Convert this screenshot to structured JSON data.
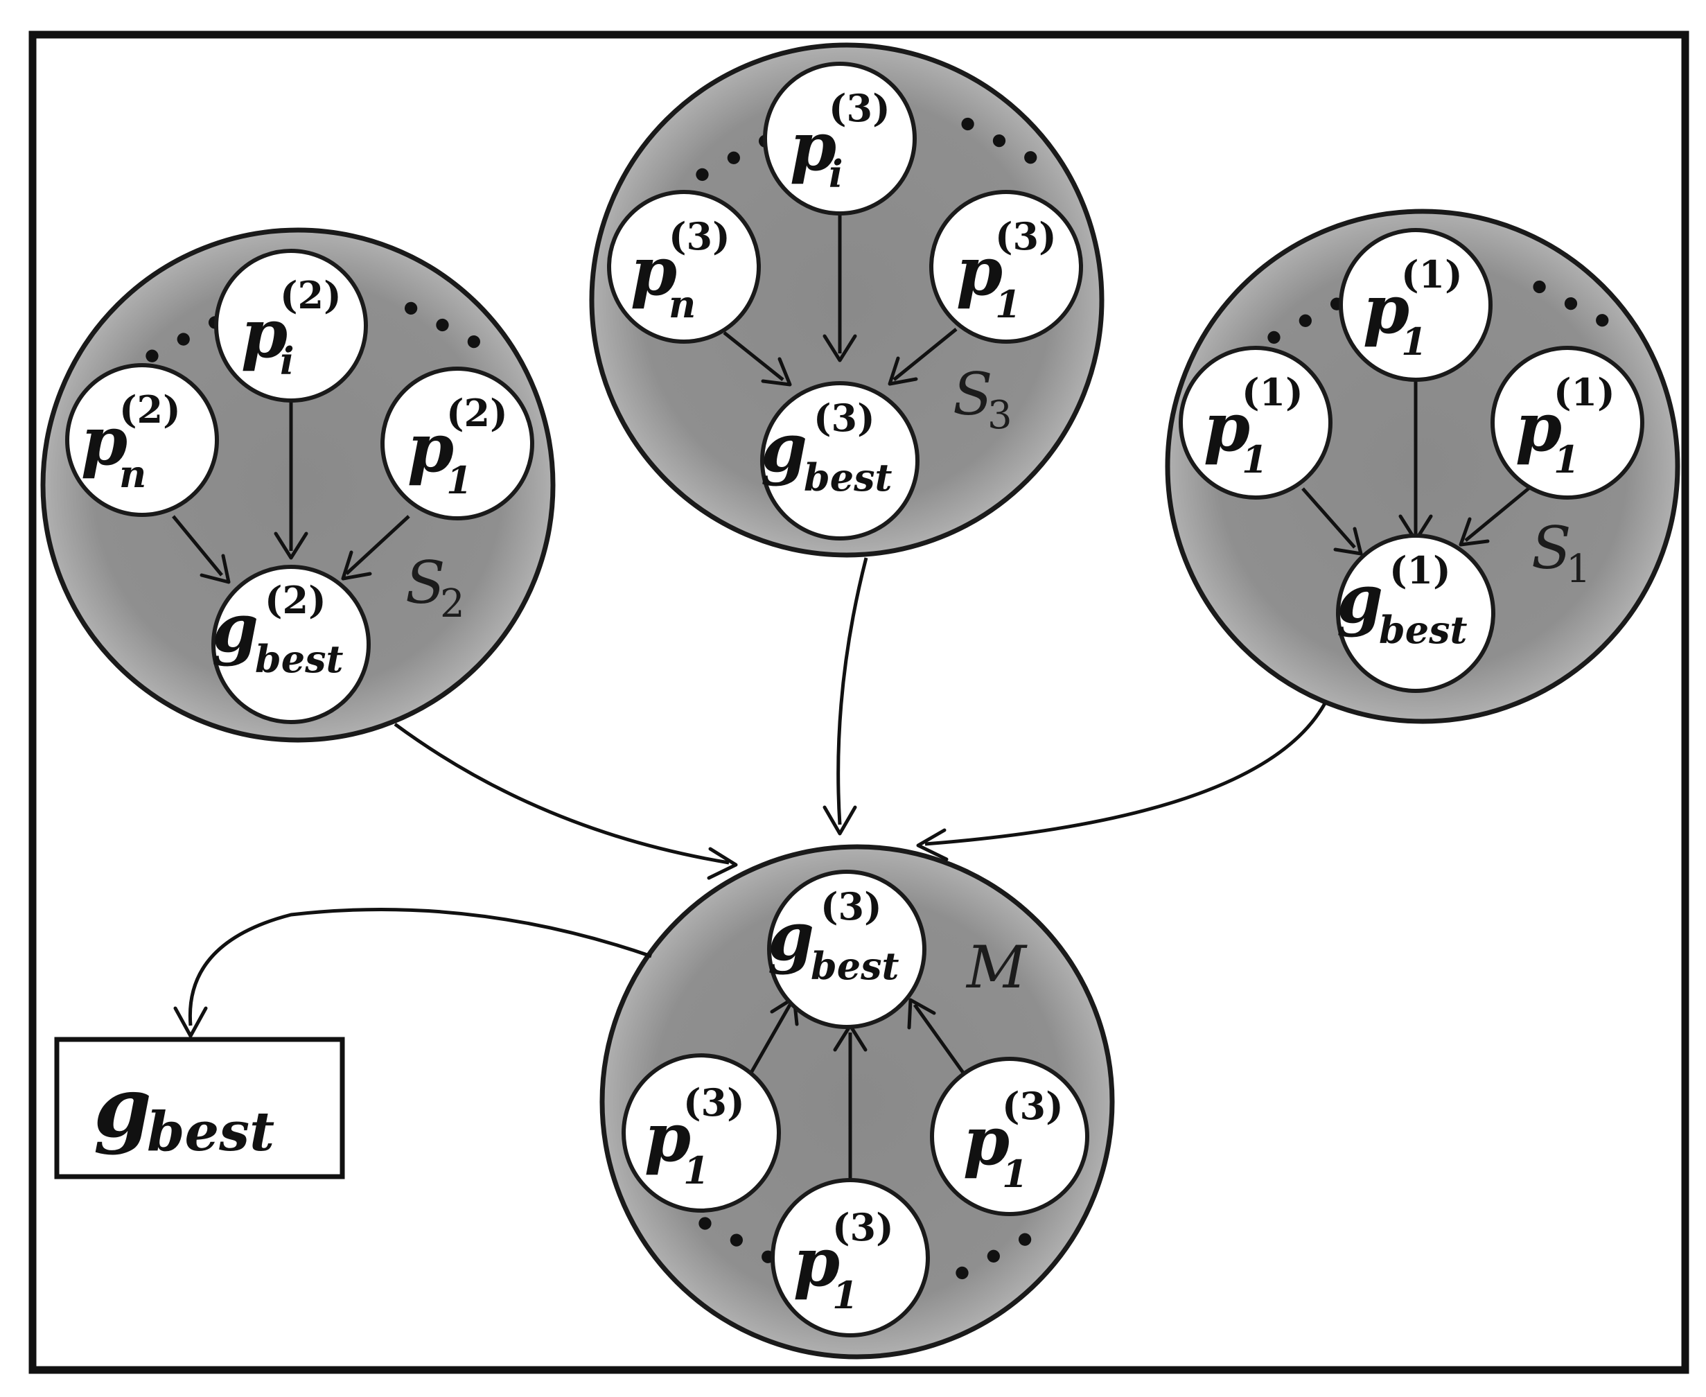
{
  "swarms": [
    {
      "id": "S2",
      "label": "S",
      "label_sub": "2",
      "top": {
        "sym": "p",
        "sub": "i",
        "sup": "(2)"
      },
      "left": {
        "sym": "p",
        "sub": "n",
        "sup": "(2)"
      },
      "right": {
        "sym": "p",
        "sub": "1",
        "sup": "(2)"
      },
      "best": {
        "sym": "g",
        "sub": "best",
        "sup": "(2)"
      }
    },
    {
      "id": "S3",
      "label": "S",
      "label_sub": "3",
      "top": {
        "sym": "p",
        "sub": "i",
        "sup": "(3)"
      },
      "left": {
        "sym": "p",
        "sub": "n",
        "sup": "(3)"
      },
      "right": {
        "sym": "p",
        "sub": "1",
        "sup": "(3)"
      },
      "best": {
        "sym": "g",
        "sub": "best",
        "sup": "(3)"
      }
    },
    {
      "id": "S1",
      "label": "S",
      "label_sub": "1",
      "top": {
        "sym": "p",
        "sub": "1",
        "sup": "(1)"
      },
      "left": {
        "sym": "p",
        "sub": "1",
        "sup": "(1)"
      },
      "right": {
        "sym": "p",
        "sub": "1",
        "sup": "(1)"
      },
      "best": {
        "sym": "g",
        "sub": "best",
        "sup": "(1)"
      }
    }
  ],
  "master": {
    "id": "M",
    "label": "M",
    "best": {
      "sym": "g",
      "sub": "best",
      "sup": "(3)"
    },
    "left": {
      "sym": "p",
      "sub": "1",
      "sup": "(3)"
    },
    "right": {
      "sym": "p",
      "sub": "1",
      "sup": "(3)"
    },
    "bottom": {
      "sym": "p",
      "sub": "1",
      "sup": "(3)"
    }
  },
  "output": {
    "sym": "g",
    "sub": "best"
  },
  "colors": {
    "swarm_fill": "#8c8c8c",
    "swarm_fill_light": "#a8a8a8",
    "node_fill": "#ffffff",
    "stroke": "#111111"
  },
  "ellipsis": "• • •"
}
